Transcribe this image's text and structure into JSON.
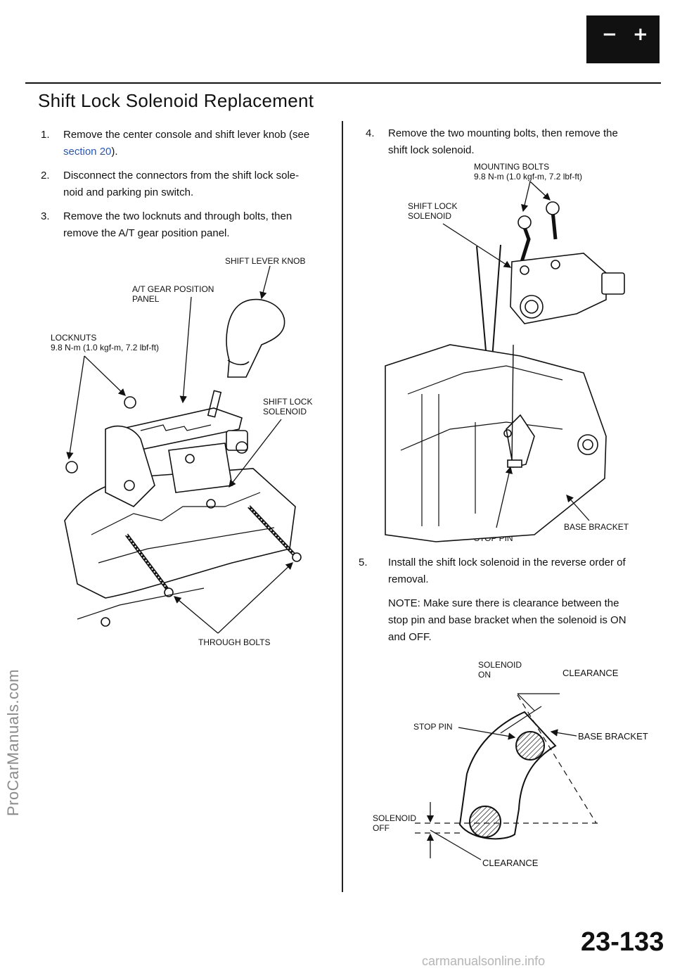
{
  "header": {
    "battery_minus": "−",
    "battery_plus": "+",
    "title": "Shift Lock Solenoid Replacement"
  },
  "left_steps": [
    {
      "num": "1.",
      "line1": "Remove the center console and shift lever knob (see",
      "link": "section 20",
      "after_link": ")."
    },
    {
      "num": "2.",
      "line1": "Disconnect the connectors from the shift lock sole-",
      "line2": "noid and parking pin switch."
    },
    {
      "num": "3.",
      "line1": "Remove the two locknuts and through bolts, then",
      "line2": "remove the A/T gear position panel."
    }
  ],
  "left_figure": {
    "shift_lever_knob": "SHIFT LEVER KNOB",
    "gear_panel": "A/T GEAR POSITION\nPANEL",
    "locknuts": "LOCKNUTS\n9.8 N-m (1.0 kgf-m, 7.2 lbf-ft)",
    "shift_lock_solenoid": "SHIFT LOCK\nSOLENOID",
    "through_bolts": "THROUGH BOLTS"
  },
  "right_steps": [
    {
      "num": "4.",
      "line1": "Remove the two mounting bolts, then remove the",
      "line2": "shift lock solenoid."
    },
    {
      "num": "5.",
      "line1": "Install the shift lock solenoid in the reverse order of",
      "line2": "removal."
    }
  ],
  "right_figure": {
    "mounting_bolts": "MOUNTING BOLTS\n9.8 N-m (1.0 kgf-m, 7.2 lbf-ft)",
    "shift_lock_solenoid": "SHIFT LOCK\nSOLENOID",
    "base_bracket": "BASE BRACKET",
    "stop_pin": "STOP PIN"
  },
  "note": {
    "line1": "NOTE: Make sure there is clearance between the",
    "line2": "stop pin and base bracket when the solenoid is ON",
    "line3": "and OFF."
  },
  "clearance_figure": {
    "solenoid_on": "SOLENOID\nON",
    "clearance_top": "CLEARANCE",
    "stop_pin": "STOP PIN",
    "base_bracket": "BASE BRACKET",
    "solenoid_off": "SOLENOID\nOFF",
    "clearance_bottom": "CLEARANCE"
  },
  "footer": {
    "page_number": "23-133",
    "watermark_left": "ProCarManuals.com",
    "watermark_bottom": "carmanualsonline.info"
  }
}
